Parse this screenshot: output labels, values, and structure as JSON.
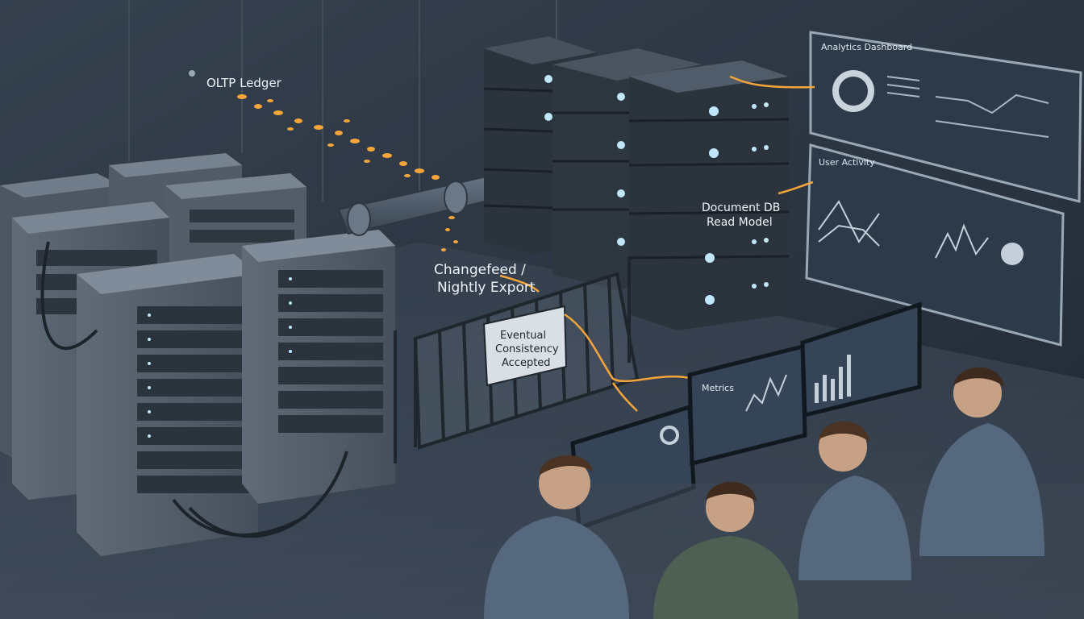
{
  "labels": {
    "oltp": "OLTP Ledger",
    "pipe_line1": "Changefeed /",
    "pipe_line2": "Nightly Export",
    "gate_line1": "Eventual",
    "gate_line2": "Consistency",
    "gate_line3": "Accepted",
    "docdb_line1": "Document DB",
    "docdb_line2": "Read Model",
    "screen_top": "Analytics Dashboard",
    "screen_mid": "User Activity",
    "monitor_center": "Metrics"
  },
  "colors": {
    "background": "#2a3442",
    "flow": "#f5a53a",
    "led": "#bfe8ff",
    "server_dark": "#2b333d",
    "rack": "#56616d"
  }
}
